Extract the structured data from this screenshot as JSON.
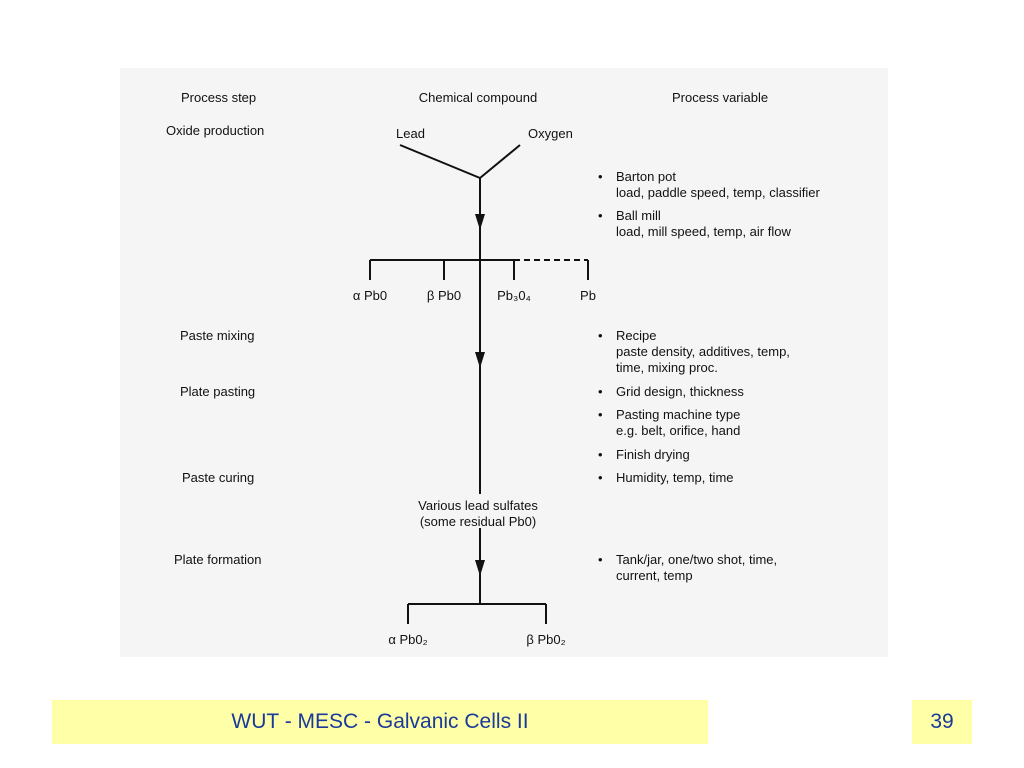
{
  "columns": {
    "process_step": "Process step",
    "chemical_compound": "Chemical compound",
    "process_variable": "Process variable"
  },
  "steps": {
    "oxide_production": "Oxide production",
    "paste_mixing": "Paste mixing",
    "plate_pasting": "Plate pasting",
    "paste_curing": "Paste curing",
    "plate_formation": "Plate formation"
  },
  "compounds": {
    "lead": "Lead",
    "oxygen": "Oxygen",
    "alpha_pbo": "α Pb0",
    "beta_pbo": "β Pb0",
    "pb3o4": "Pb₃0₄",
    "pb": "Pb",
    "various_sulfates": "Various lead sulfates",
    "residual_pbo": "(some residual Pb0)",
    "alpha_pbo2": "α Pb0₂",
    "beta_pbo2": "β Pb0₂"
  },
  "variables": {
    "barton_pot": "Barton pot",
    "barton_pot_detail": "load, paddle speed, temp, classifier",
    "ball_mill": "Ball mill",
    "ball_mill_detail": "load, mill speed, temp, air flow",
    "recipe": "Recipe",
    "recipe_detail_1": "paste density, additives, temp,",
    "recipe_detail_2": "time, mixing proc.",
    "grid_design": "Grid design, thickness",
    "pasting_machine": "Pasting machine type",
    "pasting_machine_detail": "e.g. belt, orifice, hand",
    "finish_drying": "Finish drying",
    "humidity": "Humidity, temp, time",
    "tank_jar": "Tank/jar, one/two shot, time,",
    "tank_jar_detail": "current, temp"
  },
  "bullet_glyph": "•",
  "footer": {
    "title": "WUT - MESC - Galvanic Cells II",
    "page_number": "39"
  },
  "colors": {
    "footer_bg": "#ffffa8",
    "footer_text": "#1a3a9a",
    "figure_bg": "#f5f5f5"
  }
}
